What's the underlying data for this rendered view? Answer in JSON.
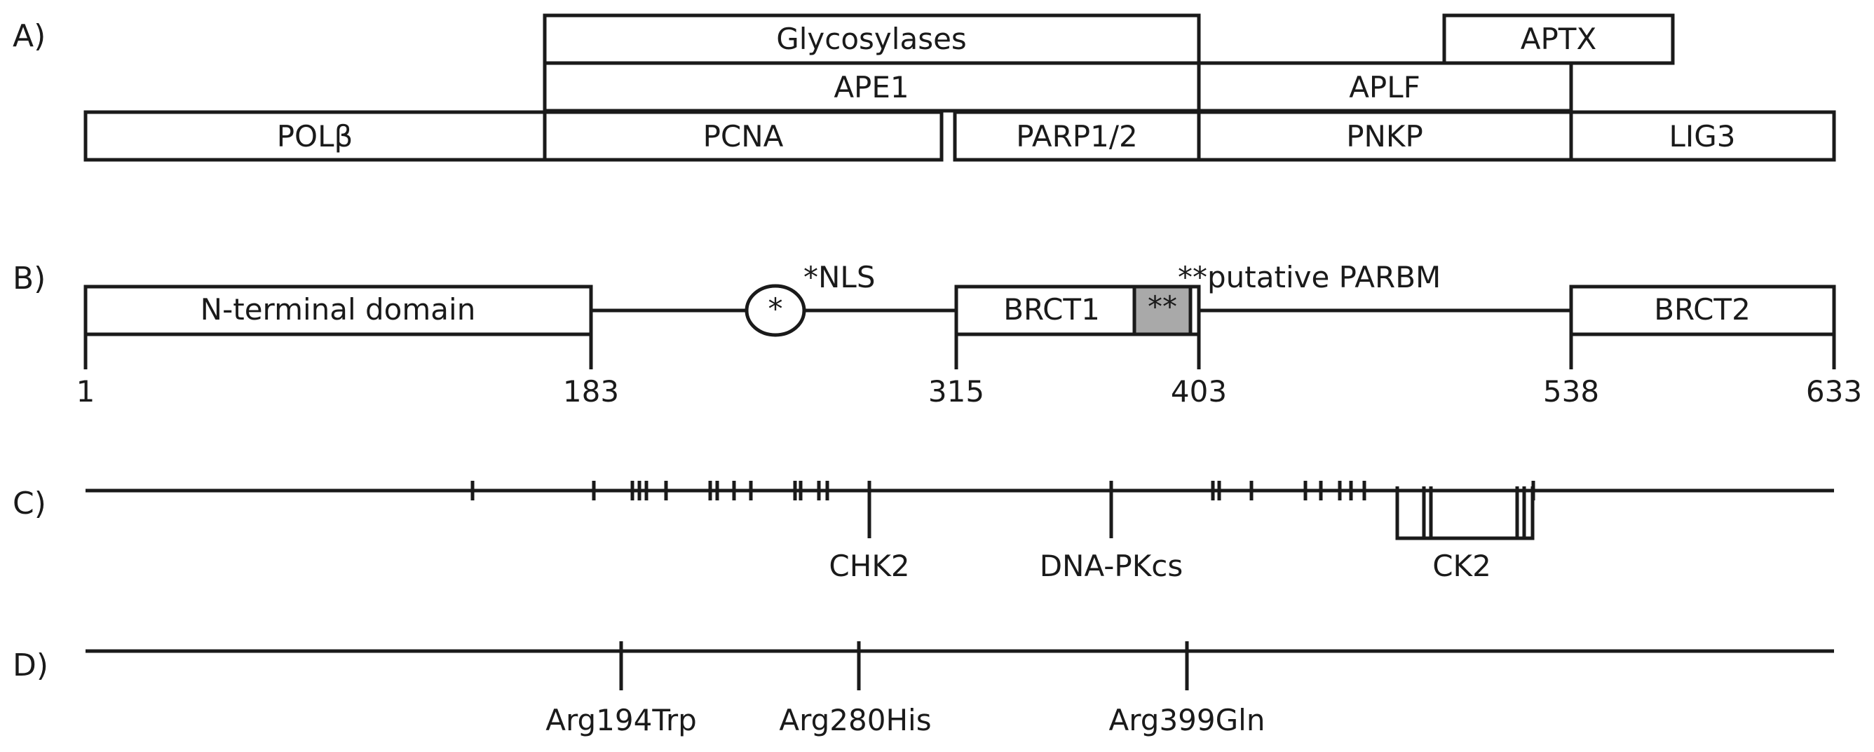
{
  "panels": {
    "a": "A)",
    "b": "B)",
    "c": "C)",
    "d": "D)"
  },
  "panel_a": {
    "boxes": [
      {
        "key": "glyco",
        "label": "Glycosylases"
      },
      {
        "key": "aptx",
        "label": "APTX"
      },
      {
        "key": "ape1",
        "label": "APE1"
      },
      {
        "key": "aplf",
        "label": "APLF"
      },
      {
        "key": "polb",
        "label": "POLβ"
      },
      {
        "key": "pcna",
        "label": "PCNA"
      },
      {
        "key": "parp",
        "label": "PARP1/2"
      },
      {
        "key": "pnkp",
        "label": "PNKP"
      },
      {
        "key": "lig3",
        "label": "LIG3"
      }
    ]
  },
  "panel_b": {
    "domains": [
      {
        "key": "nterm",
        "label": "N-terminal domain",
        "start": 1,
        "end": 183
      },
      {
        "key": "brct1",
        "label": "BRCT1",
        "start": 315,
        "end": 403
      },
      {
        "key": "brct2",
        "label": "BRCT2",
        "start": 538,
        "end": 633
      }
    ],
    "nls_marker": "*",
    "nls_label": "*NLS",
    "parbm_marker": "**",
    "parbm_label": "**putative PARBM",
    "positions": [
      "1",
      "183",
      "315",
      "403",
      "538",
      "633"
    ]
  },
  "panel_c": {
    "kinases": [
      {
        "key": "chk2",
        "label": "CHK2"
      },
      {
        "key": "dnapkcs",
        "label": "DNA-PKcs"
      },
      {
        "key": "ck2",
        "label": "CK2"
      }
    ]
  },
  "panel_d": {
    "variants": [
      {
        "key": "r194w",
        "label": "Arg194Trp"
      },
      {
        "key": "r280h",
        "label": "Arg280His"
      },
      {
        "key": "r399q",
        "label": "Arg399Gln"
      }
    ]
  }
}
